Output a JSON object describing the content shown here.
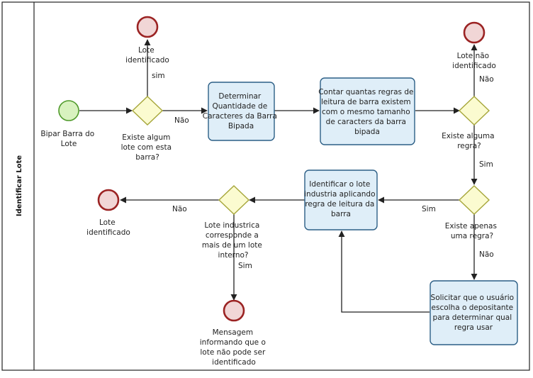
{
  "pool": {
    "lane_label": "Identificar Lote"
  },
  "events": {
    "start": [
      "Bipar Barra do",
      "Lote"
    ],
    "end_top_left": [
      "Lote",
      "identificado"
    ],
    "end_top_right": [
      "Lote não",
      "identificado"
    ],
    "end_left": [
      "Lote",
      "identificado"
    ],
    "end_bottom": [
      "Mensagem",
      "informando que o",
      "lote não pode ser",
      "identificado"
    ]
  },
  "tasks": {
    "determinar": [
      "Determinar",
      "Quantidade de",
      "Caracteres da Barra",
      "Bipada"
    ],
    "contar": [
      "Contar quantas regras de",
      "leitura de barra existem",
      "com o mesmo tamanho",
      "de caracters da barra",
      "bipada"
    ],
    "identificar": [
      "Identificar o lote",
      "industria aplicando",
      "regra de leitura da",
      "barra"
    ],
    "solicitar": [
      "Solicitar que o usuário",
      "escolha o depositante",
      "para determinar qual",
      "regra usar"
    ]
  },
  "gateways": {
    "existe_lote": [
      "Existe algum",
      "lote com esta",
      "barra?"
    ],
    "existe_regra": [
      "Existe alguma",
      "regra?"
    ],
    "existe_apenas": [
      "Existe apenas",
      "uma regra?"
    ],
    "corresponde": [
      "Lote industrica",
      "corresponde a",
      "mais de um lote",
      "interno?"
    ]
  },
  "flow_labels": {
    "sim_top_left": "sim",
    "nao_1": "Não",
    "nao_top_right": "Não",
    "sim_right": "Sim",
    "sim_mid": "Sim",
    "nao_right_bottom": "Não",
    "nao_left": "Não",
    "sim_bottom": "Sim"
  }
}
